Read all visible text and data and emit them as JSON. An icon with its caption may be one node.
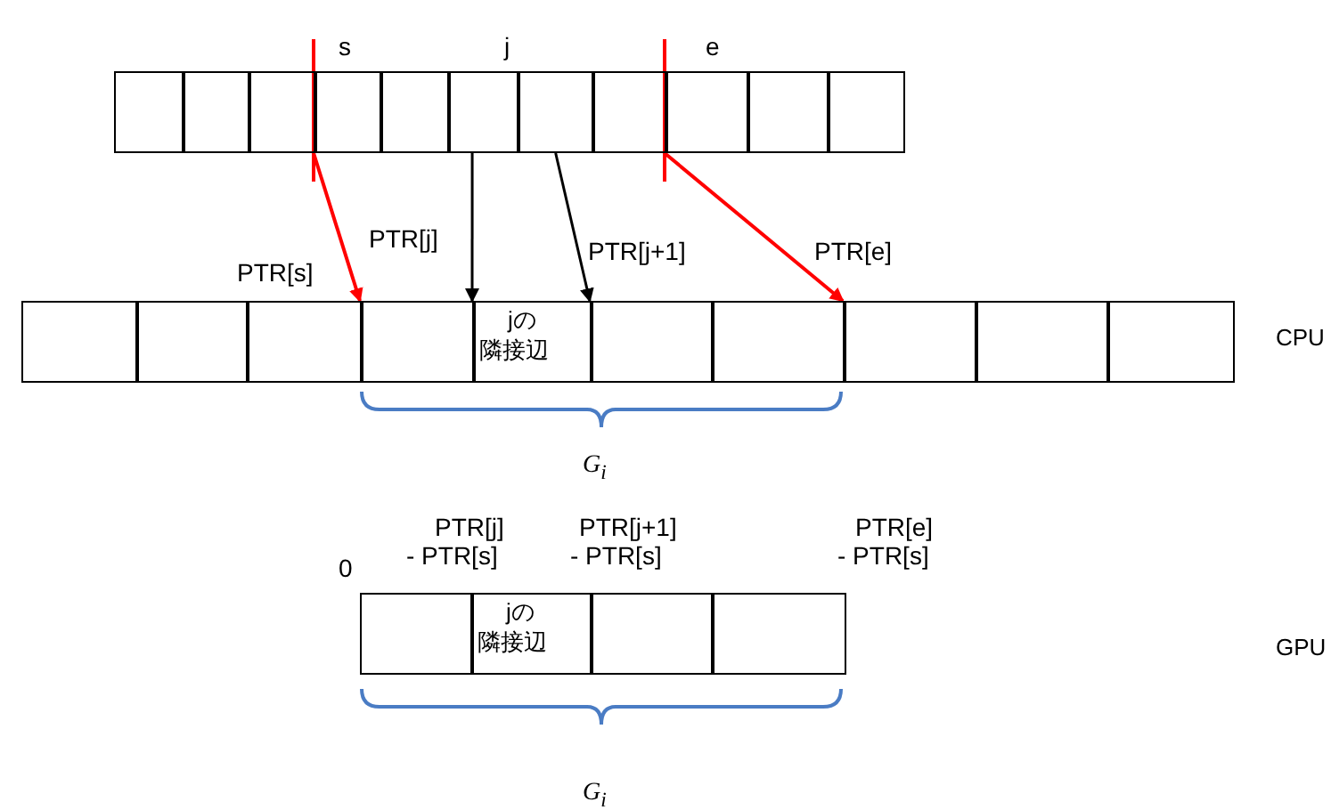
{
  "diagram": {
    "nodes": [
      {
        "text": [],
        "shape": "box"
      },
      {
        "text": [],
        "shape": "box"
      },
      {
        "text": [],
        "shape": "box"
      },
      {
        "text": [],
        "shape": "box",
        "beside": [
          "s"
        ]
      },
      {
        "text": [],
        "shape": "box"
      },
      {
        "text": [],
        "shape": "box",
        "beside": [
          "j"
        ]
      },
      {
        "text": [],
        "shape": "box"
      },
      {
        "text": [],
        "shape": "box"
      },
      {
        "text": [],
        "shape": "box",
        "beside": [
          "e"
        ]
      },
      {
        "text": [],
        "shape": "box"
      },
      {
        "text": [],
        "shape": "box"
      },
      {
        "text": [],
        "shape": "box"
      },
      {
        "text": [],
        "shape": "box"
      },
      {
        "text": [],
        "shape": "box"
      },
      {
        "text": [],
        "shape": "box"
      },
      {
        "text": [
          "jの隣接辺"
        ]
      },
      {
        "text": [],
        "shape": "box"
      },
      {
        "text": [],
        "shape": "box"
      },
      {
        "text": [],
        "shape": "box"
      },
      {
        "text": [],
        "shape": "box"
      },
      {
        "text": [],
        "shape": "box"
      },
      {
        "text": [],
        "shape": "box"
      },
      {
        "text": [
          "jの隣接辺"
        ]
      },
      {
        "text": [],
        "shape": "box"
      },
      {
        "text": [],
        "shape": "box"
      }
    ],
    "edges": [
      {
        "from": 3,
        "to": 14,
        "arrow": "to",
        "label": "PTR[s]",
        "color": "#ff0000"
      },
      {
        "from": 5,
        "to": 15,
        "arrow": "to",
        "label": "PTR[j]",
        "color": "#000000"
      },
      {
        "from": 6,
        "to": 16,
        "arrow": "to",
        "label": "PTR[j+1]",
        "color": "#000000"
      },
      {
        "from": 8,
        "to": 18,
        "arrow": "to",
        "label": "PTR[e]",
        "color": "#ff0000"
      }
    ],
    "labels": [
      "CPU",
      "G$_{i}$",
      "0",
      "PTR[j] - PTR[s]",
      "PTR[j+1] - PTR[s]",
      "PTR[e] - PTR[s]",
      "GPU",
      "G$_{i}$"
    ]
  }
}
